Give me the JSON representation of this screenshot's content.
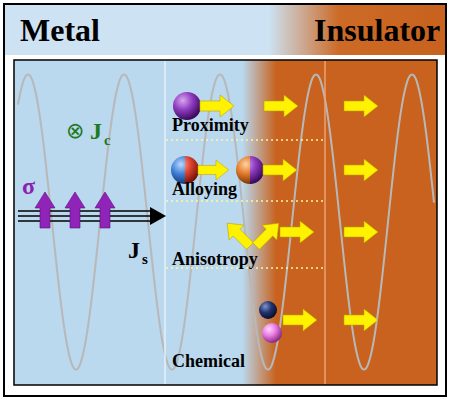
{
  "diagram": {
    "labels": [
      "Metal",
      "Insulator",
      "⊗",
      "J",
      "c",
      "σ",
      "J",
      "s",
      "Proximity",
      "Alloying",
      "Anisotropy",
      "Chemical"
    ]
  }
}
